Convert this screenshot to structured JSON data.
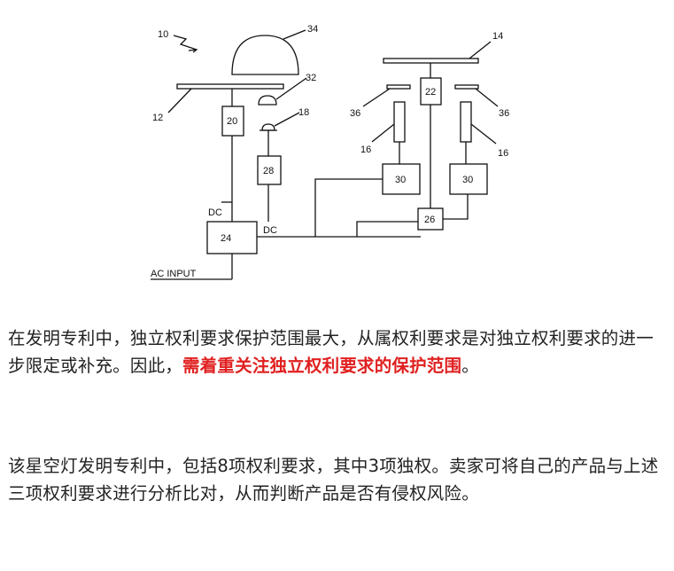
{
  "figure": {
    "ref_system": "10",
    "ref_dome": "34",
    "ref_plate_left": "12",
    "ref_plate_right": "14",
    "ref_lens": "32",
    "ref_led_left": "18",
    "ref_box_20": "20",
    "ref_box_22": "22",
    "ref_box_28": "28",
    "ref_box_24": "24",
    "ref_box_26": "26",
    "ref_box_30": "30",
    "ref_mirror": "36",
    "ref_laser": "16",
    "label_dc": "DC",
    "label_ac_input": "AC INPUT"
  },
  "text": {
    "p1_part1": "在发明专利中，独立权利要求保护范围最大，从属权利要求是对独立权利要求的进一步限定或补充。因此，",
    "p1_emphasis": "需着重关注独立权利要求的保护范围",
    "p1_end": "。",
    "p2": "该星空灯发明专利中，包括8项权利要求，其中3项独权。卖家可将自己的产品与上述三项权利要求进行分析比对，从而判断产品是否有侵权风险。"
  }
}
